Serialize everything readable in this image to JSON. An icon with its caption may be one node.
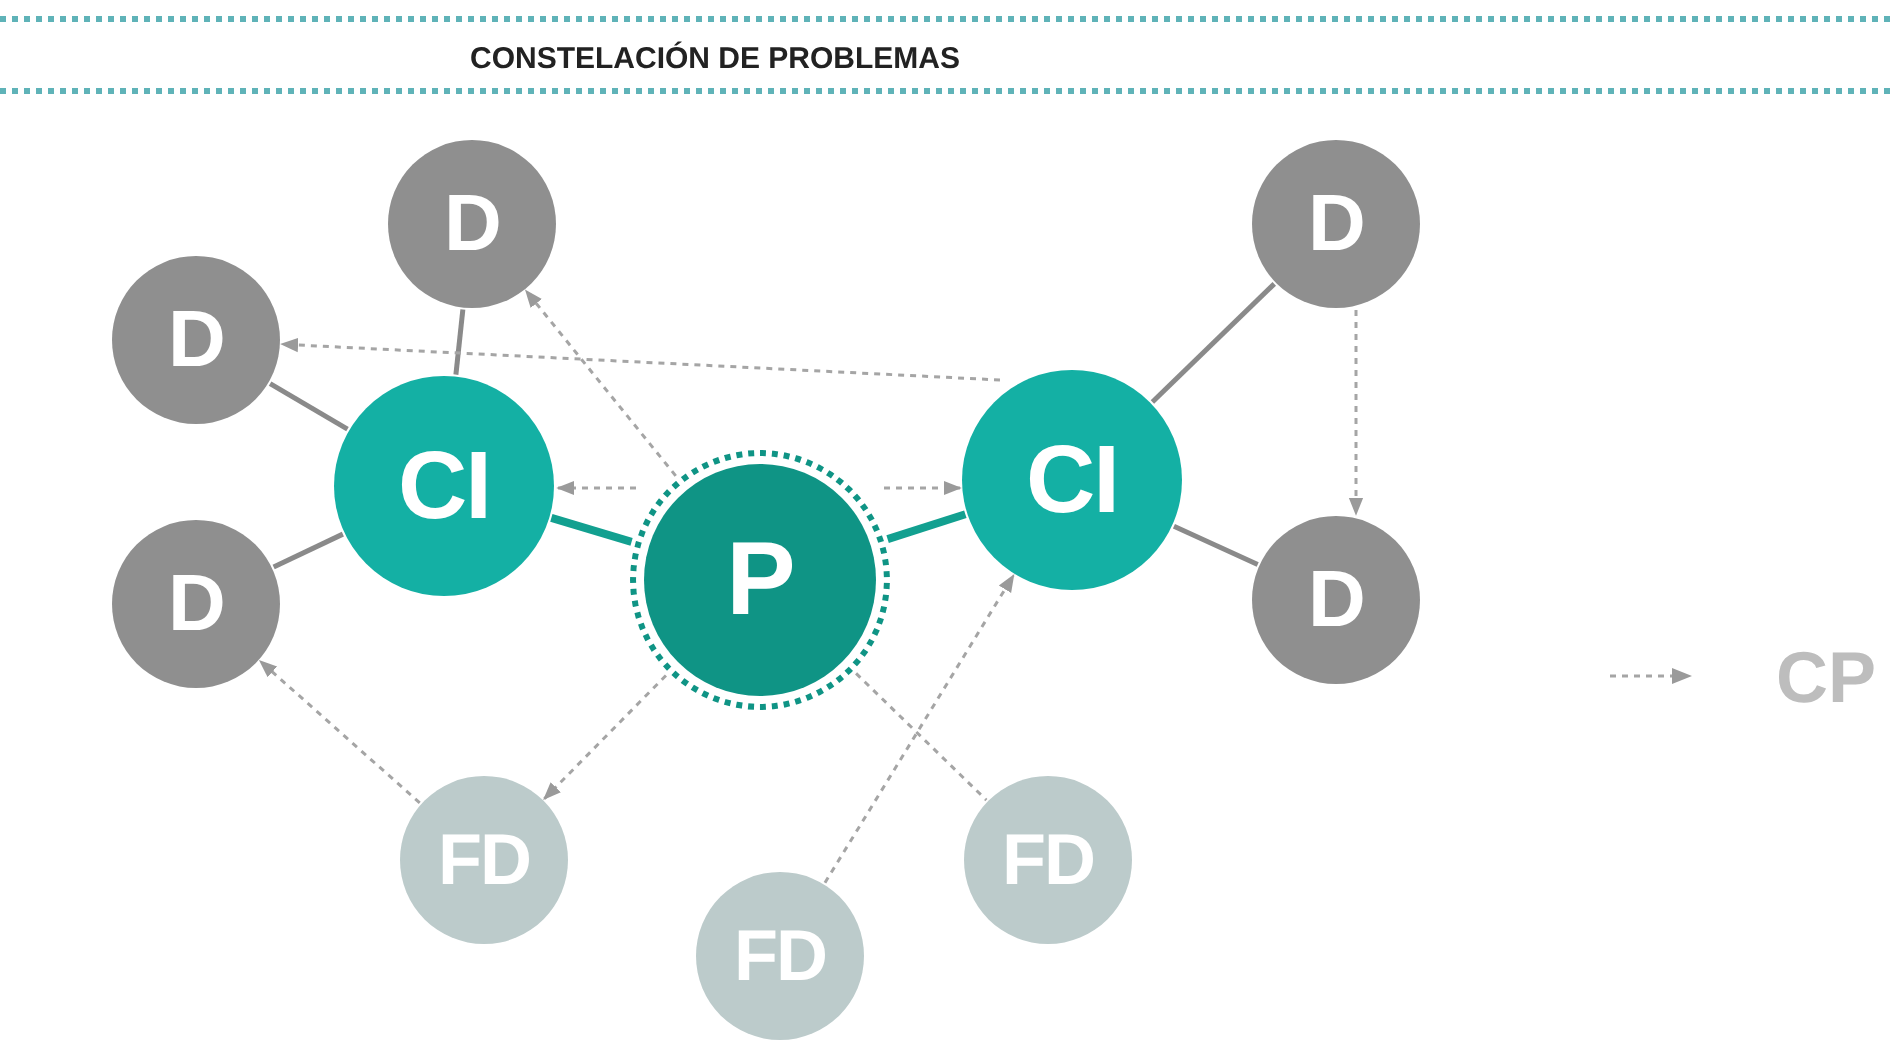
{
  "diagram": {
    "title": "CONSTELACIÓN DE PROBLEMAS",
    "nodes": [
      {
        "text": [
          "D"
        ]
      },
      {
        "text": [
          "D"
        ]
      },
      {
        "text": [
          "CI"
        ]
      },
      {
        "text": [
          "D"
        ]
      },
      {
        "text": [
          "P"
        ]
      },
      {
        "text": [
          "CI"
        ]
      },
      {
        "text": [
          "D"
        ]
      },
      {
        "text": [
          "D"
        ]
      },
      {
        "text": [
          "FD"
        ]
      },
      {
        "text": [
          "FD"
        ]
      },
      {
        "text": [
          "FD"
        ]
      }
    ],
    "edges": [
      {
        "from": 0,
        "to": 2,
        "arrow": "none"
      },
      {
        "from": 1,
        "to": 2,
        "arrow": "none"
      },
      {
        "from": 3,
        "to": 2,
        "arrow": "none"
      },
      {
        "from": 2,
        "to": 4,
        "arrow": "none",
        "style": "thick",
        "color": "#12a090"
      },
      {
        "from": 4,
        "to": 5,
        "arrow": "none",
        "style": "thick",
        "color": "#12a090"
      },
      {
        "from": 5,
        "to": 6,
        "arrow": "none"
      },
      {
        "from": 5,
        "to": 7,
        "arrow": "none"
      },
      {
        "from": 4,
        "to": 0,
        "arrow": "to",
        "style": "dashed"
      },
      {
        "from": 5,
        "to": 1,
        "arrow": "to",
        "style": "dashed"
      },
      {
        "from": 4,
        "to": 2,
        "arrow": "to",
        "style": "dashed"
      },
      {
        "from": 4,
        "to": 5,
        "arrow": "to",
        "style": "dashed"
      },
      {
        "from": 6,
        "to": 7,
        "arrow": "to",
        "style": "dashed"
      },
      {
        "from": 8,
        "to": 3,
        "arrow": "to",
        "style": "dashed"
      },
      {
        "from": 4,
        "to": 8,
        "arrow": "to",
        "style": "dashed"
      },
      {
        "from": 9,
        "to": 5,
        "arrow": "to",
        "style": "dashed"
      },
      {
        "from": 4,
        "to": 10,
        "arrow": "none",
        "style": "dashed"
      }
    ],
    "legend": [
      {
        "text": "CP"
      }
    ]
  }
}
